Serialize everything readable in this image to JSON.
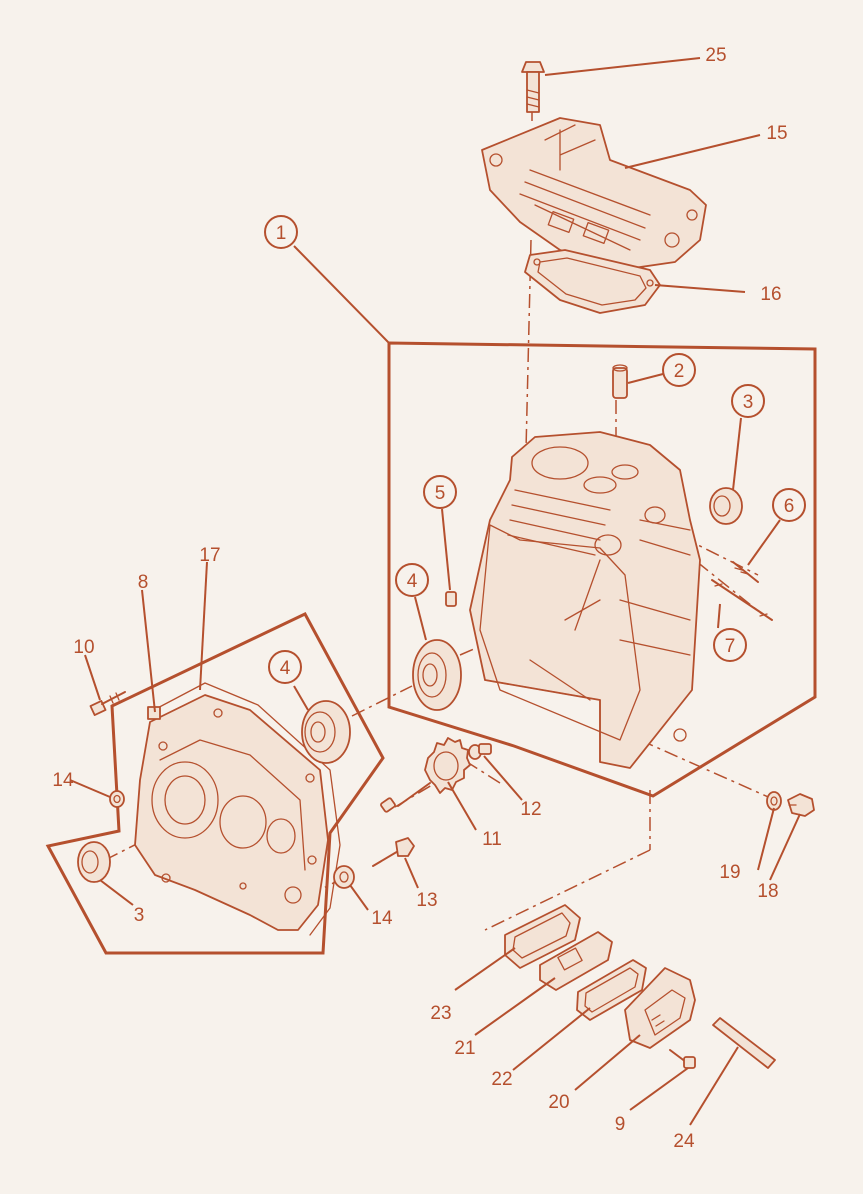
{
  "diagram": {
    "accent_color": "#b5502e",
    "background_color": "#f7f2ec",
    "callouts": [
      {
        "id": "c25",
        "text": "25",
        "circled": false
      },
      {
        "id": "c15",
        "text": "15",
        "circled": false
      },
      {
        "id": "c16",
        "text": "16",
        "circled": false
      },
      {
        "id": "c1",
        "text": "1",
        "circled": true
      },
      {
        "id": "c2",
        "text": "2",
        "circled": true
      },
      {
        "id": "c3a",
        "text": "3",
        "circled": true
      },
      {
        "id": "c5",
        "text": "5",
        "circled": true
      },
      {
        "id": "c6",
        "text": "6",
        "circled": true
      },
      {
        "id": "c4a",
        "text": "4",
        "circled": true
      },
      {
        "id": "c7",
        "text": "7",
        "circled": true
      },
      {
        "id": "c17",
        "text": "17",
        "circled": false
      },
      {
        "id": "c8",
        "text": "8",
        "circled": false
      },
      {
        "id": "c10",
        "text": "10",
        "circled": false
      },
      {
        "id": "c4b",
        "text": "4",
        "circled": true
      },
      {
        "id": "c14a",
        "text": "14",
        "circled": false
      },
      {
        "id": "c12",
        "text": "12",
        "circled": false
      },
      {
        "id": "c11",
        "text": "11",
        "circled": false
      },
      {
        "id": "c3b",
        "text": "3",
        "circled": false
      },
      {
        "id": "c13",
        "text": "13",
        "circled": false
      },
      {
        "id": "c14b",
        "text": "14",
        "circled": false
      },
      {
        "id": "c19",
        "text": "19",
        "circled": false
      },
      {
        "id": "c18",
        "text": "18",
        "circled": false
      },
      {
        "id": "c23",
        "text": "23",
        "circled": false
      },
      {
        "id": "c21",
        "text": "21",
        "circled": false
      },
      {
        "id": "c22",
        "text": "22",
        "circled": false
      },
      {
        "id": "c20",
        "text": "20",
        "circled": false
      },
      {
        "id": "c9",
        "text": "9",
        "circled": false
      },
      {
        "id": "c24",
        "text": "24",
        "circled": false
      }
    ]
  }
}
